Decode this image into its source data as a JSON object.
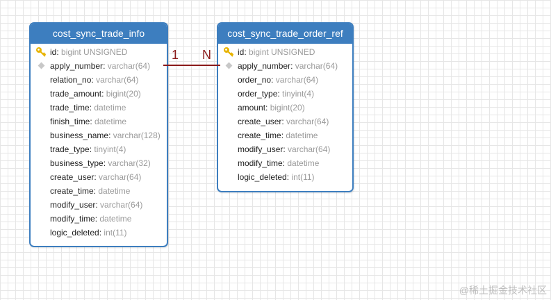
{
  "tables": [
    {
      "name": "cost_sync_trade_info",
      "fields": [
        {
          "name": "id",
          "type": "bigint UNSIGNED",
          "icon": "key-icon"
        },
        {
          "name": "apply_number",
          "type": "varchar(64)",
          "icon": "foreign-key-icon"
        },
        {
          "name": "relation_no",
          "type": "varchar(64)"
        },
        {
          "name": "trade_amount",
          "type": "bigint(20)"
        },
        {
          "name": "trade_time",
          "type": "datetime"
        },
        {
          "name": "finish_time",
          "type": "datetime"
        },
        {
          "name": "business_name",
          "type": "varchar(128)"
        },
        {
          "name": "trade_type",
          "type": "tinyint(4)"
        },
        {
          "name": "business_type",
          "type": "varchar(32)"
        },
        {
          "name": "create_user",
          "type": "varchar(64)"
        },
        {
          "name": "create_time",
          "type": "datetime"
        },
        {
          "name": "modify_user",
          "type": "varchar(64)"
        },
        {
          "name": "modify_time",
          "type": "datetime"
        },
        {
          "name": "logic_deleted",
          "type": "int(11)"
        }
      ]
    },
    {
      "name": "cost_sync_trade_order_ref",
      "fields": [
        {
          "name": "id",
          "type": "bigint UNSIGNED",
          "icon": "key-icon"
        },
        {
          "name": "apply_number",
          "type": "varchar(64)",
          "icon": "foreign-key-icon"
        },
        {
          "name": "order_no",
          "type": "varchar(64)"
        },
        {
          "name": "order_type",
          "type": "tinyint(4)"
        },
        {
          "name": "amount",
          "type": "bigint(20)"
        },
        {
          "name": "create_user",
          "type": "varchar(64)"
        },
        {
          "name": "create_time",
          "type": "datetime"
        },
        {
          "name": "modify_user",
          "type": "varchar(64)"
        },
        {
          "name": "modify_time",
          "type": "datetime"
        },
        {
          "name": "logic_deleted",
          "type": "int(11)"
        }
      ]
    }
  ],
  "relationship": {
    "from_cardinality": "1",
    "to_cardinality": "N"
  },
  "watermark": "@稀土掘金技术社区",
  "colors": {
    "header": "#3d7ebf",
    "relation": "#8b1a1a",
    "key": "#e8b400"
  }
}
